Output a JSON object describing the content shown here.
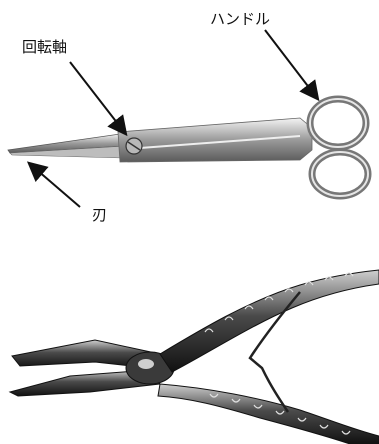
{
  "labels": {
    "handle": "ハンドル",
    "pivot": "回転軸",
    "blade": "刃"
  }
}
